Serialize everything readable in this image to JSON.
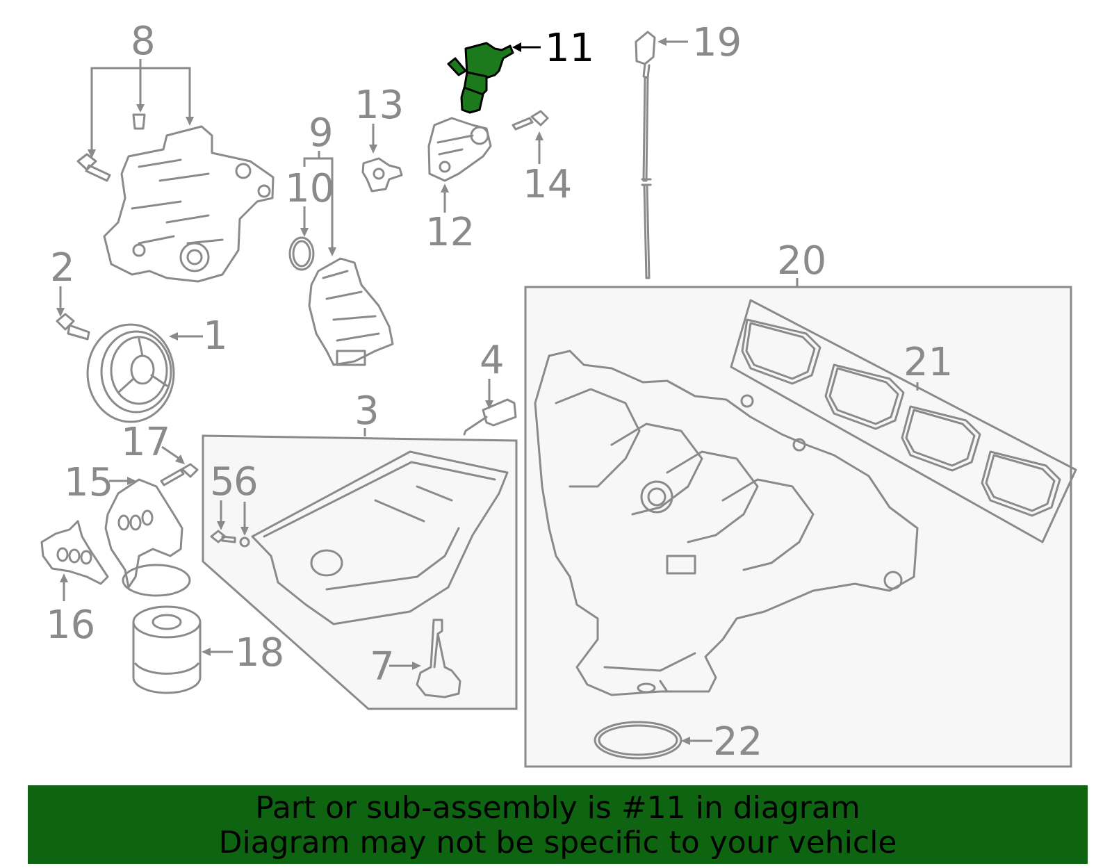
{
  "diagram": {
    "highlight_color": "#1c7a1c",
    "highlighted_part": "11",
    "callouts": {
      "c1": "1",
      "c2": "2",
      "c3": "3",
      "c4": "4",
      "c5": "5",
      "c6": "6",
      "c7": "7",
      "c8": "8",
      "c9": "9",
      "c10": "10",
      "c11": "11",
      "c12": "12",
      "c13": "13",
      "c14": "14",
      "c15": "15",
      "c16": "16",
      "c17": "17",
      "c18": "18",
      "c19": "19",
      "c20": "20",
      "c21": "21",
      "c22": "22"
    }
  },
  "banner": {
    "line1": "Part or sub-assembly is #11 in diagram",
    "line2": "Diagram may not be specific to your vehicle",
    "background": "#0e6410"
  }
}
